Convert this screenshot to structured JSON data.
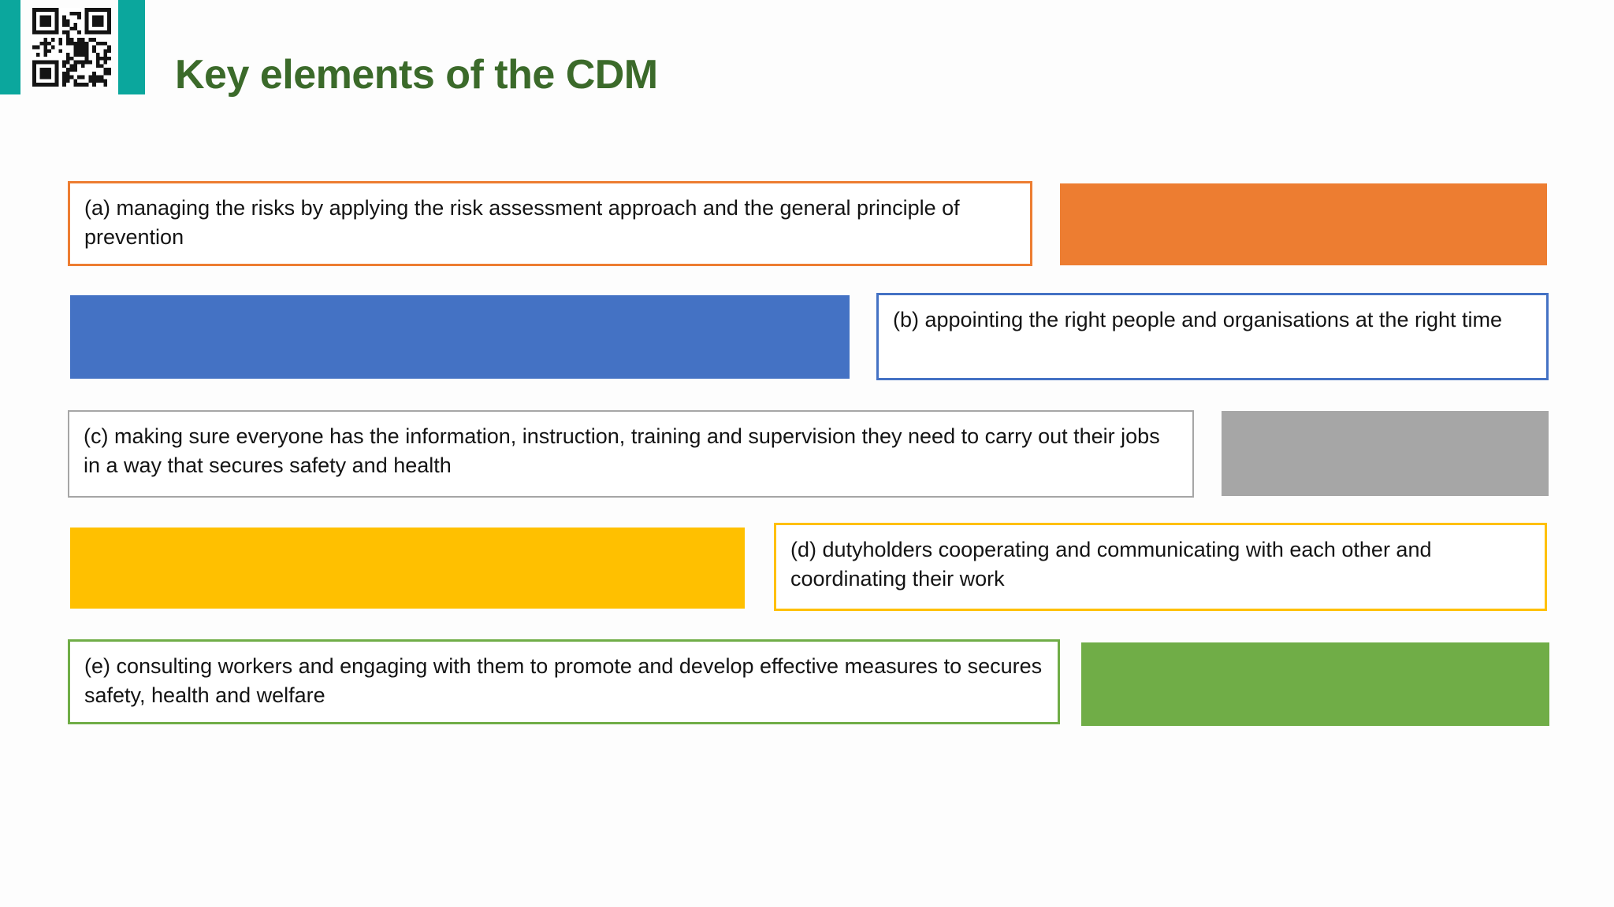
{
  "header": {
    "title": "Key elements of the CDM",
    "title_color": "#3B6A2A",
    "accent_teal": "#0BA79D",
    "qr_icon": "qr-code-icon"
  },
  "colors": {
    "orange": "#ED7D31",
    "blue": "#4472C4",
    "gray": "#A6A6A6",
    "gold": "#FFC000",
    "green": "#70AD47",
    "background": "#FFFFFF"
  },
  "rows": [
    {
      "id": "a",
      "text": "(a) managing the risks by applying the risk assessment approach and the general principle of prevention",
      "accent": "#ED7D31",
      "text_side": "left"
    },
    {
      "id": "b",
      "text": "(b) appointing the right people and organisations at the right time",
      "accent": "#4472C4",
      "text_side": "right"
    },
    {
      "id": "c",
      "text": "(c) making sure everyone has the information, instruction, training and supervision they need to carry out their jobs in a way that secures safety and health",
      "accent": "#A6A6A6",
      "text_side": "left"
    },
    {
      "id": "d",
      "text": "(d) dutyholders cooperating and communicating with each other and coordinating their work",
      "accent": "#FFC000",
      "text_side": "right"
    },
    {
      "id": "e",
      "text": "(e) consulting workers and engaging with them to promote and develop effective measures to secures safety, health and welfare",
      "accent": "#70AD47",
      "text_side": "left"
    }
  ]
}
